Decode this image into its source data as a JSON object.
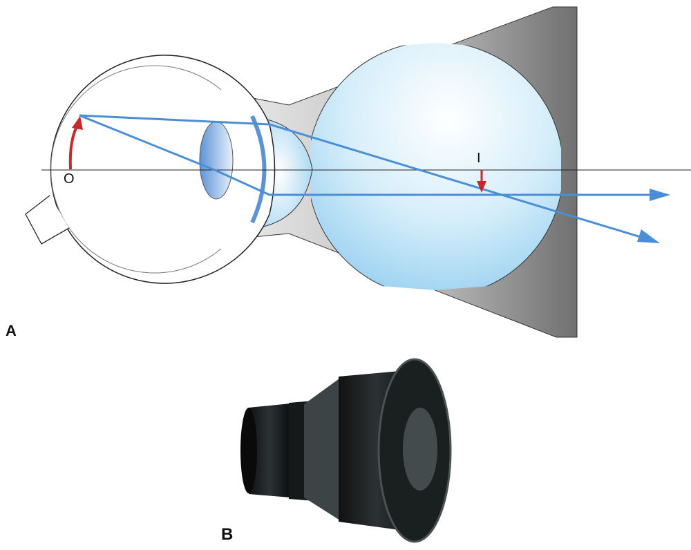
{
  "panel_a": {
    "label": "A",
    "object_label": "O",
    "image_label": "I"
  },
  "panel_b": {
    "label": "B"
  },
  "colors": {
    "ray": "#4a8fd6",
    "arrow": "#c8282a",
    "housing": "#a9a9a9",
    "lens": "#bfe2f5"
  }
}
